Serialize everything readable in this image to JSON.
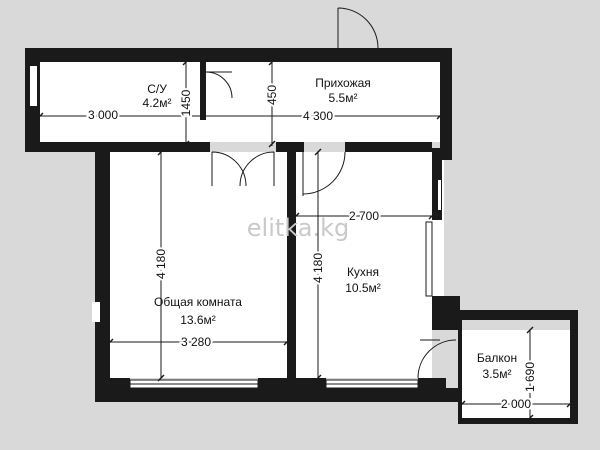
{
  "watermark": "elitka.kg",
  "rooms": [
    {
      "name": "С/У",
      "area": "4.2м²"
    },
    {
      "name": "Прихожая",
      "area": "5.5м²"
    },
    {
      "name": "Общая комната",
      "area": "13.6м²"
    },
    {
      "name": "Кухня",
      "area": "10.5м²"
    },
    {
      "name": "Балкон",
      "area": "3.5м²"
    }
  ],
  "dimensions": [
    "3 000",
    "1450",
    "450",
    "4 300",
    "2 700",
    "4 180",
    "4 180",
    "3 280",
    "1 690",
    "2 000"
  ],
  "colors": {
    "wall": "#1a1a1a",
    "floor": "#ffffff",
    "background": "#d9d9d9"
  }
}
